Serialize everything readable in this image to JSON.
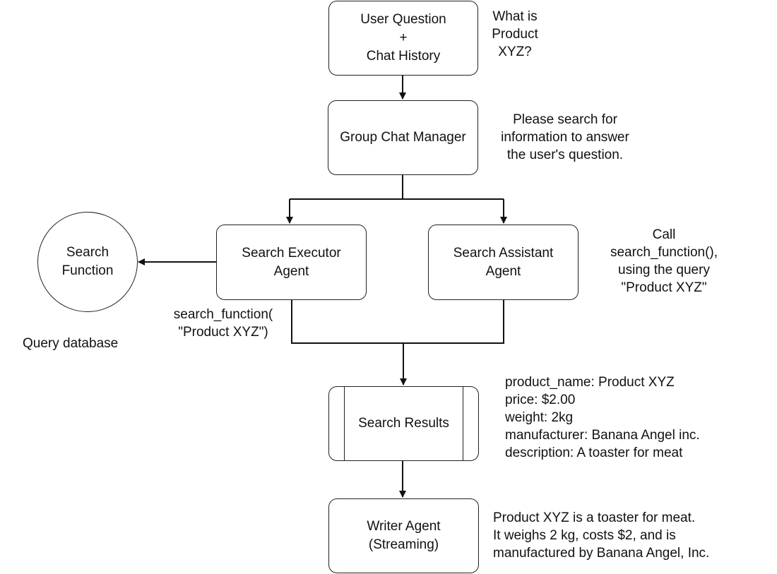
{
  "nodes": {
    "user_question": [
      "User Question",
      "+",
      "Chat History"
    ],
    "group_chat_manager": [
      "Group Chat Manager"
    ],
    "search_executor": [
      "Search Executor",
      "Agent"
    ],
    "search_assistant": [
      "Search Assistant",
      "Agent"
    ],
    "search_function": [
      "Search",
      "Function"
    ],
    "search_results": [
      "Search Results"
    ],
    "writer_agent": [
      "Writer Agent",
      "(Streaming)"
    ]
  },
  "notes": {
    "user_question": [
      "What is",
      "Product",
      "XYZ?"
    ],
    "manager": [
      "Please search for",
      "information to answer",
      "the user's question."
    ],
    "assistant": [
      "Call",
      "search_function(),",
      "using the query",
      "\"Product XYZ\""
    ],
    "executor_call": [
      "search_function(",
      "\"Product XYZ\")"
    ],
    "query_db": [
      "Query database"
    ],
    "results": [
      "product_name: Product XYZ",
      "price: $2.00",
      "weight: 2kg",
      "manufacturer: Banana Angel inc.",
      "description: A toaster for meat"
    ],
    "writer": [
      "Product XYZ is a toaster for meat.",
      "It weighs 2 kg, costs $2, and is",
      "manufactured by Banana Angel, Inc."
    ]
  },
  "colors": {
    "stroke": "#222222",
    "background": "#ffffff",
    "text": "#111111"
  }
}
